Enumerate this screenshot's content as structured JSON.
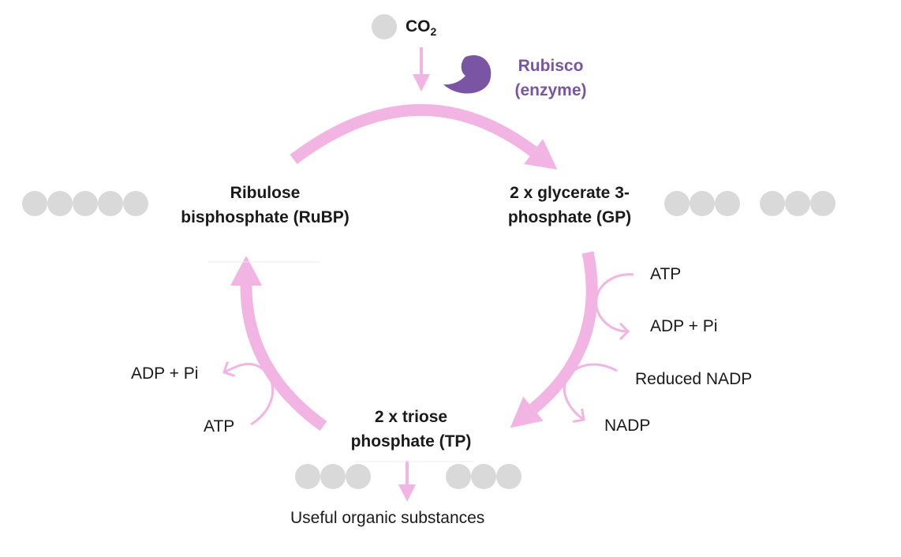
{
  "colors": {
    "arrow": "#f2b4e2",
    "molecule": "#d9d9d9",
    "enzyme": "#7a55a3",
    "text": "#1a1a1a"
  },
  "co2": {
    "label": "CO",
    "subscript": "2"
  },
  "enzyme": {
    "line1": "Rubisco",
    "line2": "(enzyme)"
  },
  "rubp": {
    "line1": "Ribulose",
    "line2": "bisphosphate (RuBP)"
  },
  "gp": {
    "line1": "2 x glycerate 3-",
    "line2": "phosphate (GP)"
  },
  "tp": {
    "line1": "2 x triose",
    "line2": "phosphate (TP)"
  },
  "right_side": {
    "atp": "ATP",
    "adp_pi": "ADP + Pi",
    "reduced_nadp": "Reduced NADP",
    "nadp": "NADP"
  },
  "left_side": {
    "adp_pi": "ADP + Pi",
    "atp": "ATP"
  },
  "output": "Useful organic substances"
}
